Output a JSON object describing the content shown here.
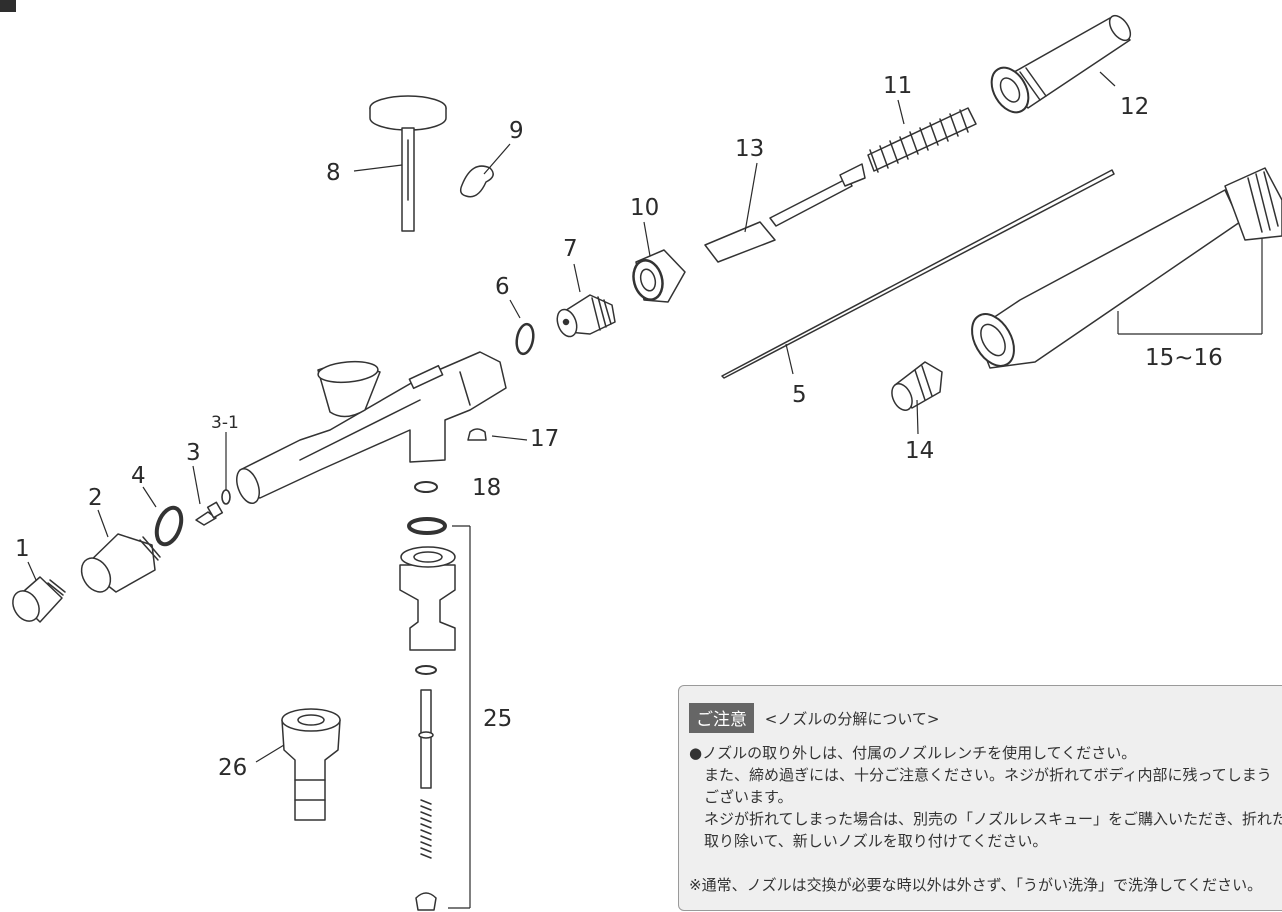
{
  "parts": [
    {
      "id": "p1",
      "label": "1"
    },
    {
      "id": "p2",
      "label": "2"
    },
    {
      "id": "p3",
      "label": "3"
    },
    {
      "id": "p3_1",
      "label": "3-1"
    },
    {
      "id": "p4",
      "label": "4"
    },
    {
      "id": "p5",
      "label": "5"
    },
    {
      "id": "p6",
      "label": "6"
    },
    {
      "id": "p7",
      "label": "7"
    },
    {
      "id": "p8",
      "label": "8"
    },
    {
      "id": "p9",
      "label": "9"
    },
    {
      "id": "p10",
      "label": "10"
    },
    {
      "id": "p11",
      "label": "11"
    },
    {
      "id": "p12",
      "label": "12"
    },
    {
      "id": "p13",
      "label": "13"
    },
    {
      "id": "p14",
      "label": "14"
    },
    {
      "id": "p15_16",
      "label": "15~16"
    },
    {
      "id": "p17",
      "label": "17"
    },
    {
      "id": "p18",
      "label": "18"
    },
    {
      "id": "p25",
      "label": "25"
    },
    {
      "id": "p26",
      "label": "26"
    }
  ],
  "notice": {
    "badge": "ご注意",
    "subtitle": "<ノズルの分解について>",
    "lines": [
      "●ノズルの取り外しは、付属のノズルレンチを使用してください。",
      "　また、締め過ぎには、十分ご注意ください。ネジが折れてボディ内部に残ってしまう",
      "　ございます。",
      "　ネジが折れてしまった場合は、別売の「ノズルレスキュー」をご購入いただき、折れた",
      "　取り除いて、新しいノズルを取り付けてください。"
    ],
    "footnote": "※通常、ノズルは交換が必要な時以外は外さず、「うがい洗浄」で洗浄してください。"
  },
  "colors": {
    "line": "#333333",
    "text": "#2b2b2b",
    "notice_bg": "#efefef",
    "badge_bg": "#666666"
  }
}
